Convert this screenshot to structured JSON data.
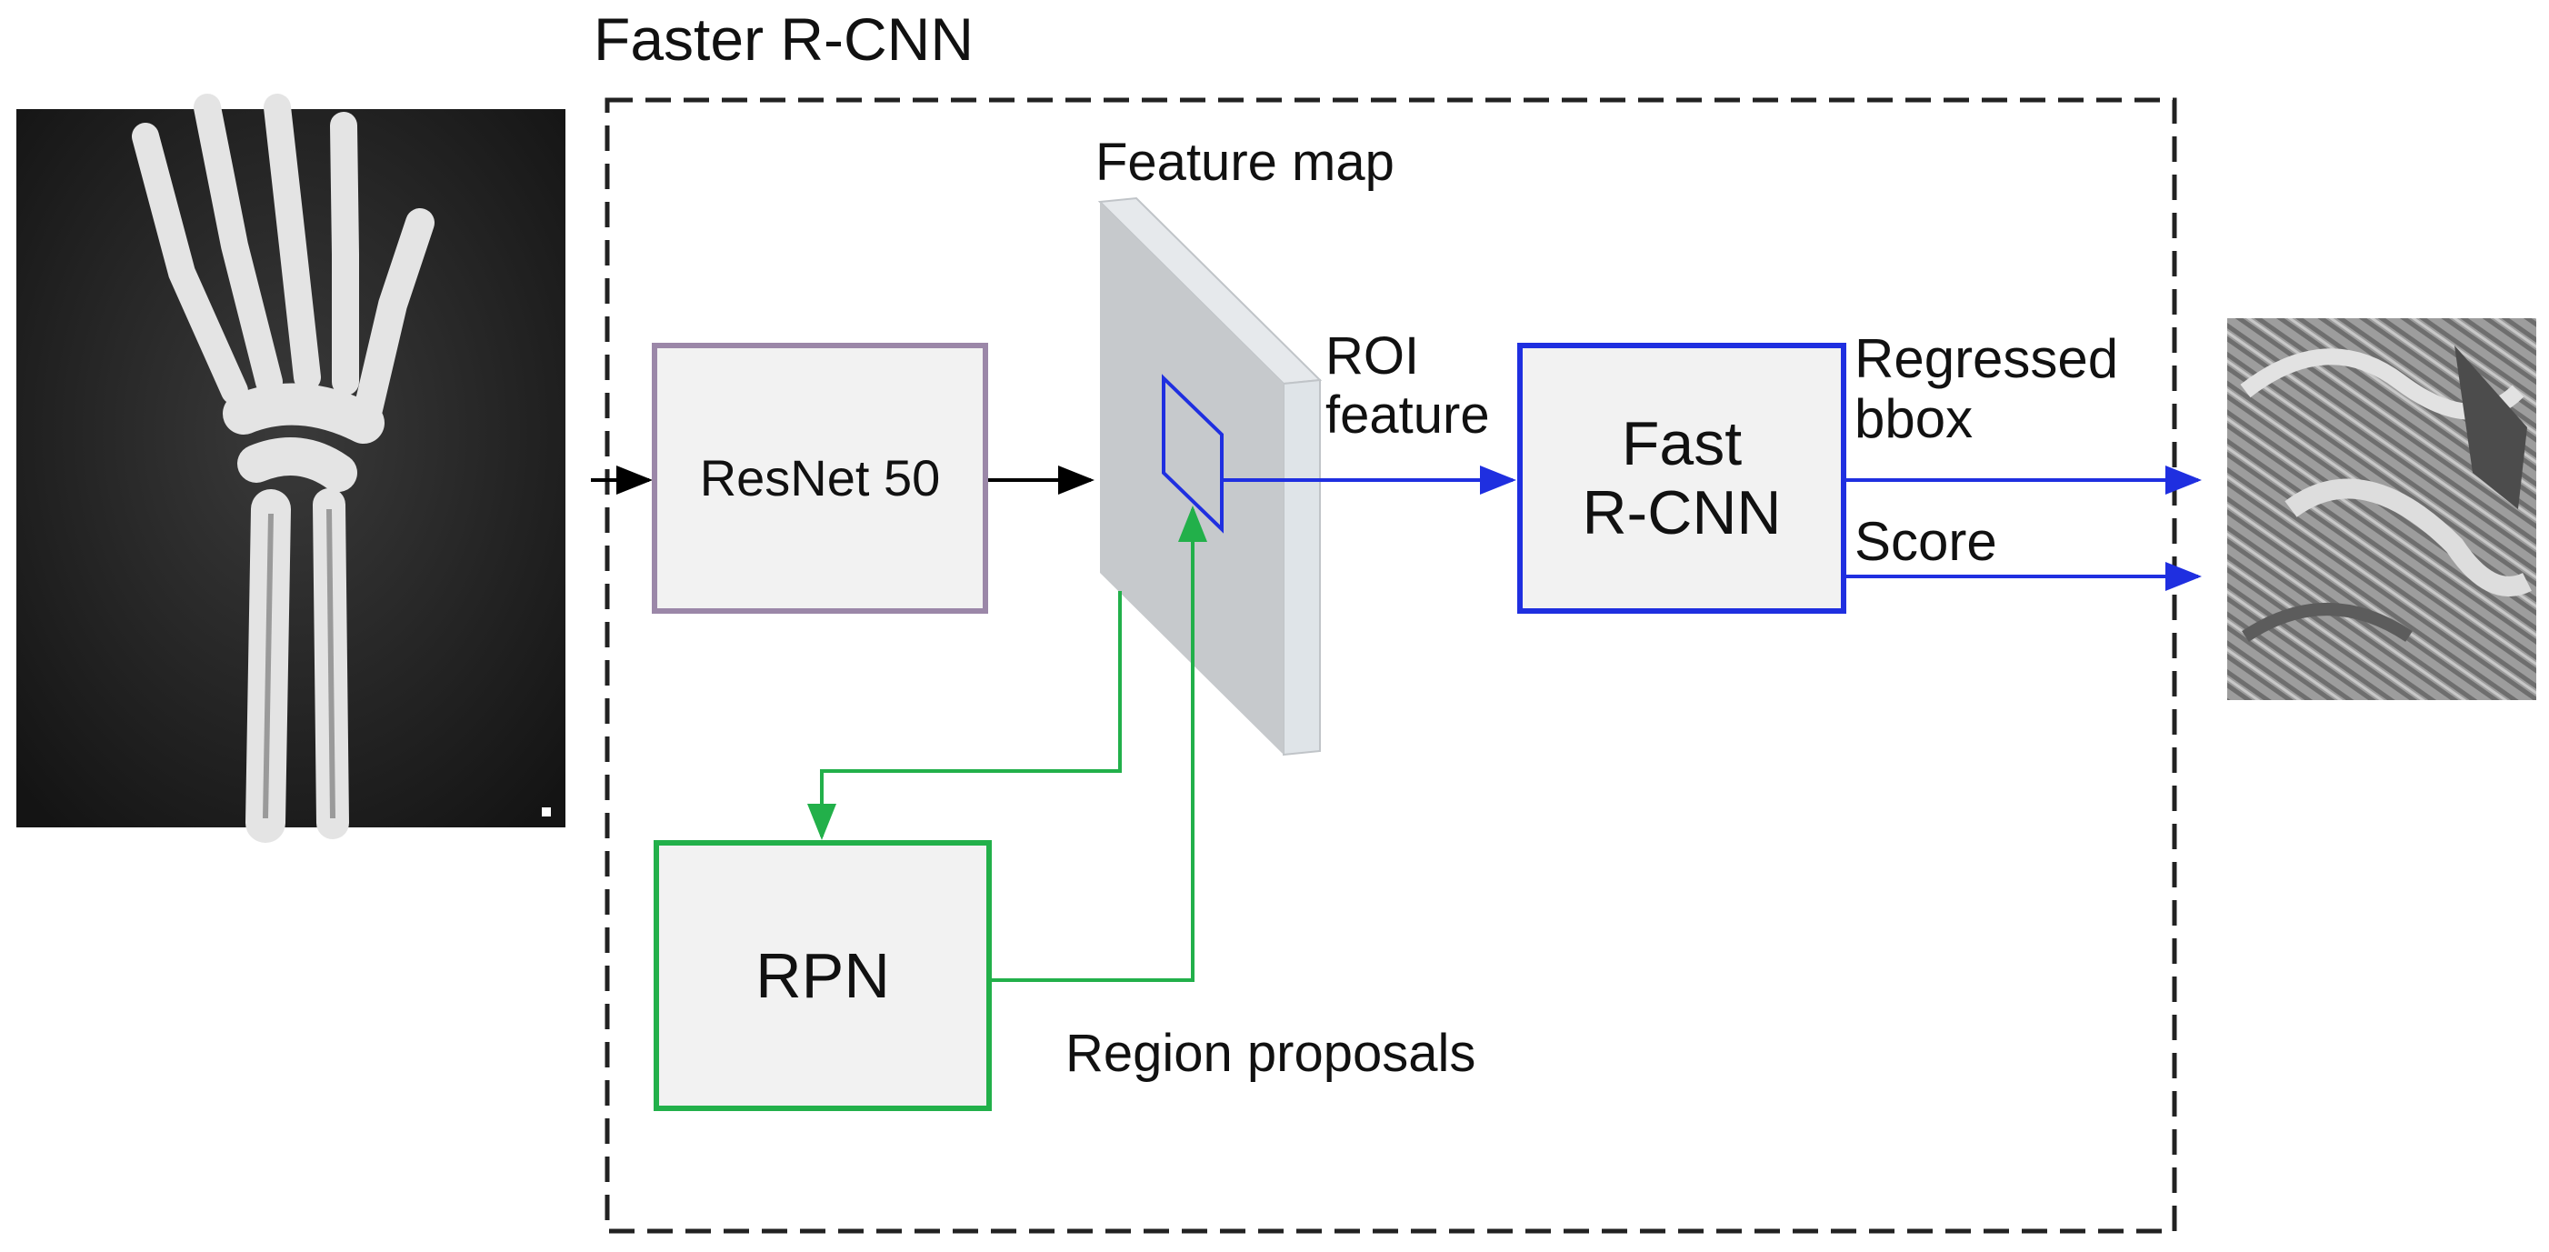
{
  "title": "Faster R-CNN",
  "feature_map_label": "Feature map",
  "roi_label": "ROI\nfeature",
  "backbone_label": "ResNet 50",
  "head_label": "Fast\nR-CNN",
  "rpn_label": "RPN",
  "outputs": {
    "regressed_label": "Regressed\nbbox",
    "score_label": "Score"
  },
  "region_proposals_label": "Region proposals",
  "images": {
    "input": "wrist-xray-input",
    "output": "detected-fracture-crop"
  },
  "colors": {
    "backbone_border": "#9b87a8",
    "head_border": "#1f2fe0",
    "rpn_border": "#22b04a",
    "box_fill": "#f2f2f2",
    "feature_map": "#c6c9cc",
    "frame_dash": "#222222"
  }
}
